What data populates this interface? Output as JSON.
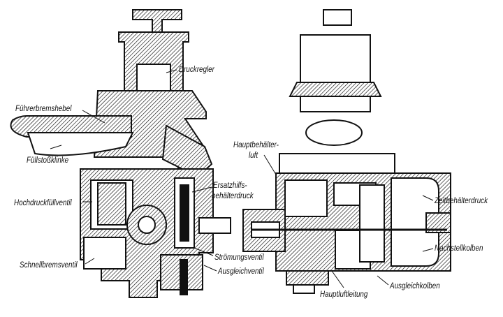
{
  "figure": {
    "left_view_labels": {
      "druckregler": "Druckregler",
      "fuehrerbremshebel": "Führerbremshebel",
      "fuellstossklinke": "Füllstoßklinke",
      "hochdruckfuellventil": "Hochdruckfüllventil",
      "ersatzhilfs_line1": "Ersatzhilfs-",
      "ersatzhilfs_line2": "behälterdruck",
      "schnellbremsventil": "Schnellbremsventil",
      "stroemungsventil": "Strömungsventil",
      "ausgleichventil": "Ausgleichventil"
    },
    "right_view_labels": {
      "hauptbehaelter_line1": "Hauptbehälter-",
      "hauptbehaelter_line2": "luft",
      "zeitbehaelterdruck": "Zeitbehälterdruck",
      "nachstellkolben": "Nachstellkolben",
      "ausgleichkolben": "Ausgleichkolben",
      "hauptluftleitung": "Hauptluftleitung"
    },
    "colors": {
      "ink": "#111111",
      "paper": "#ffffff"
    }
  }
}
